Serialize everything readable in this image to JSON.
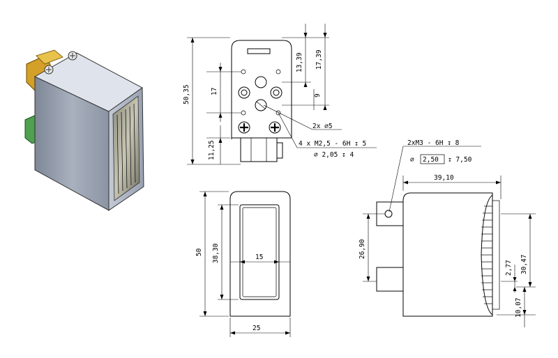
{
  "front_view": {
    "dim_height": "50,35",
    "dim_hole_spacing": "17",
    "dim_bottom": "11,25",
    "dim_top_1": "13,39",
    "dim_top_2": "17,39",
    "dim_9": "9",
    "callout_holes": "2x ∅5",
    "callout_thread": "4 x  M2,5 - 6H ↧ 5",
    "callout_drill": "∅ 2,05 ↧ 4"
  },
  "bottom_view": {
    "dim_height": "50",
    "dim_inner": "38,30",
    "dim_window": "15",
    "dim_width": "25"
  },
  "side_view": {
    "callout_thread": "2xM3 - 6H ↧ 8",
    "callout_drill_sym": "∅",
    "callout_drill_box": "2,50",
    "callout_drill_depth": "↧ 7,50",
    "dim_length": "39,10",
    "dim_tab": "26,90",
    "dim_2_77": "2,77",
    "dim_30_47": "30,47",
    "dim_10_07": "10,07"
  },
  "colors": {
    "body": "#9aa3b2",
    "body_top": "#dfe4ec",
    "connector_gold": "#d4a028",
    "connector_green": "#4fa04f"
  }
}
